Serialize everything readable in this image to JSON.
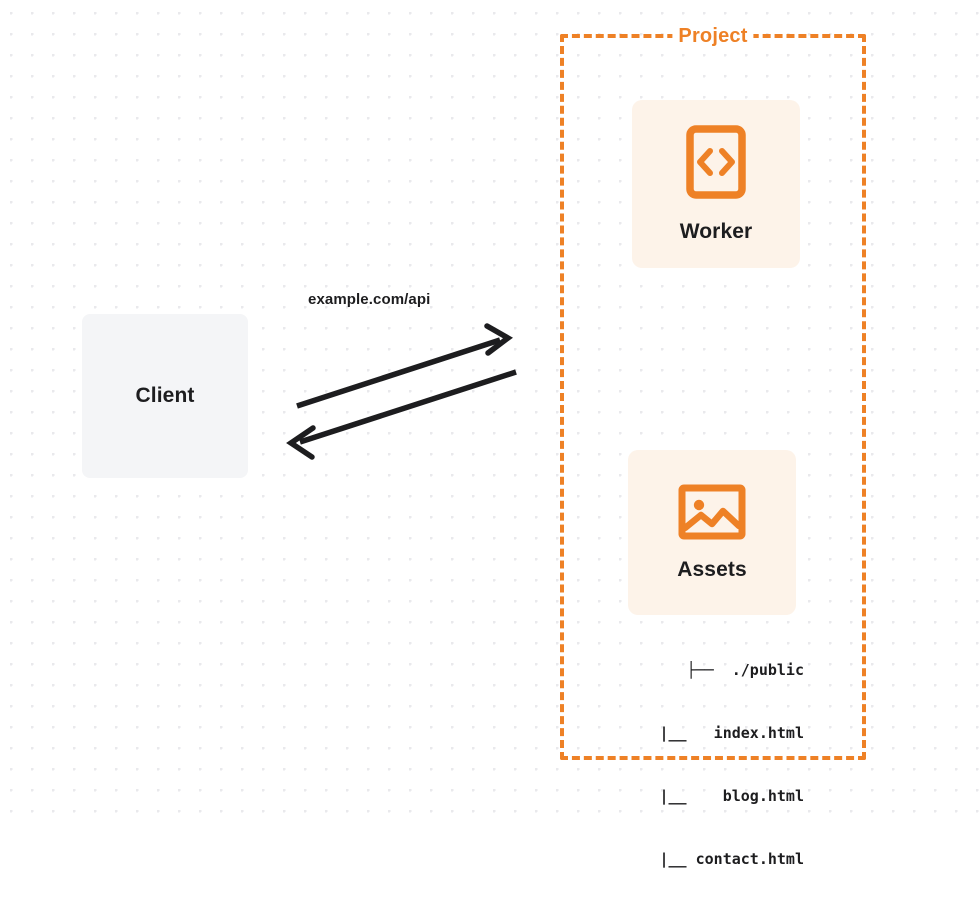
{
  "diagram": {
    "title_label": "Project",
    "background": {
      "style": "dot-grid",
      "dot_color": "#e9e9ec",
      "page_color": "#ffffff"
    },
    "colors": {
      "accent_orange": "#ee8126",
      "card_background": "#fdf3e9",
      "client_background": "#f4f5f7",
      "text_dark": "#1d1d1f",
      "arrow_stroke": "#1d1d1f"
    },
    "client": {
      "label": "Client"
    },
    "connection": {
      "label": "example.com/api",
      "direction": "bidirectional",
      "request_arrow": "client-to-project",
      "response_arrow": "project-to-client"
    },
    "services": [
      {
        "id": "worker",
        "label": "Worker",
        "icon": "code-brackets-icon",
        "icon_glyph": "<>"
      },
      {
        "id": "assets",
        "label": "Assets",
        "icon": "image-icon",
        "icon_glyph": "picture"
      }
    ],
    "file_tree": {
      "lines": [
        "├──  ./public",
        "  |__   index.html",
        "  |__    blog.html",
        "  |__ contact.html"
      ],
      "root": "./public",
      "children": [
        "index.html",
        "blog.html",
        "contact.html"
      ]
    }
  }
}
